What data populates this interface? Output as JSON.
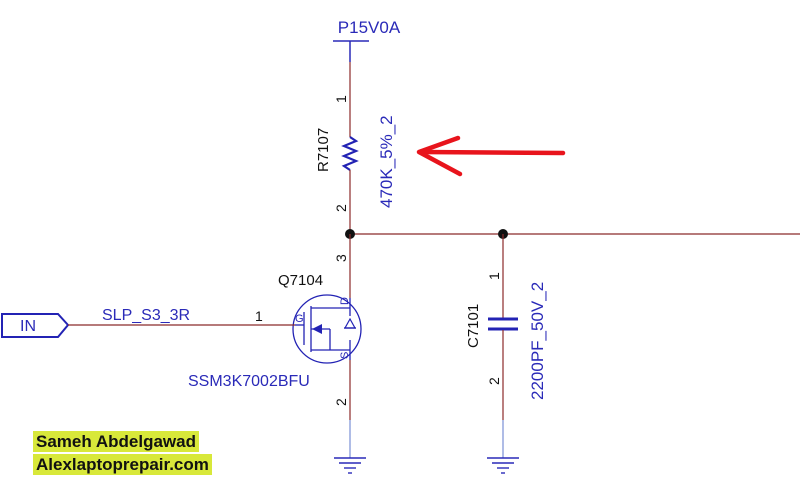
{
  "power_rail": {
    "label": "P15V0A"
  },
  "resistor": {
    "ref": "R7107",
    "value": "470K_5%_2",
    "pin1": "1",
    "pin2": "2"
  },
  "transistor": {
    "ref": "Q7104",
    "part": "SSM3K7002BFU",
    "pin_gate": "1",
    "pin_drain": "3",
    "pin_source": "2",
    "label_g": "G",
    "label_d": "D",
    "label_s": "S"
  },
  "capacitor": {
    "ref": "C7101",
    "value": "2200PF_50V_2",
    "pin1": "1",
    "pin2": "2"
  },
  "input_port": {
    "label": "IN"
  },
  "net": {
    "name": "SLP_S3_3R"
  },
  "watermark": {
    "name": "Sameh Abdelgawad",
    "site": "Alexlaptoprepair.com"
  },
  "colors": {
    "wire_dark_red": "#8b2a2a",
    "component_blue": "#2323b4",
    "pin_line_blue": "#7a8fd6",
    "arrow_red": "#e8141c",
    "watermark_bg": "#d8e83a"
  }
}
